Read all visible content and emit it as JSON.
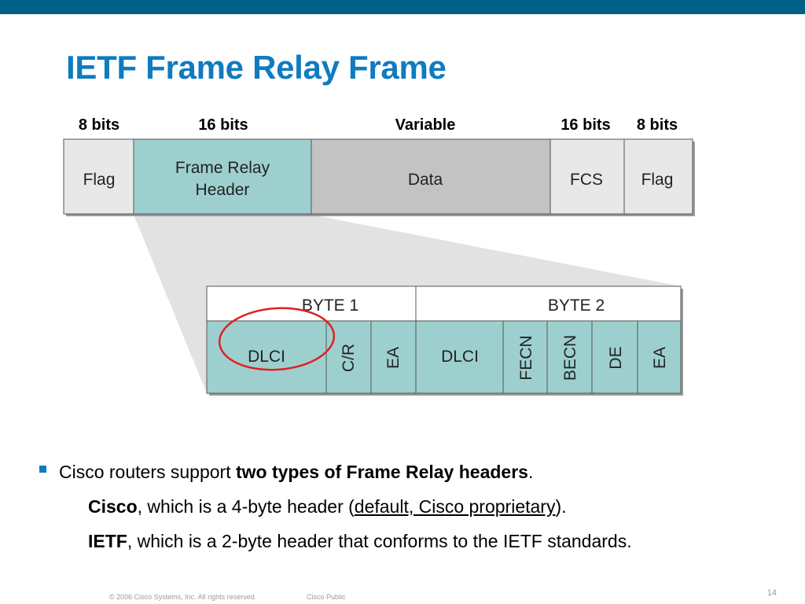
{
  "slide": {
    "title": "IETF Frame Relay Frame",
    "accent_color": "#0f7bc0",
    "header_bar_color": "#005f87"
  },
  "frame": {
    "sizes": [
      "8 bits",
      "16 bits",
      "Variable",
      "16 bits",
      "8 bits"
    ],
    "fields": [
      {
        "label_lines": [
          "Flag"
        ],
        "color": "#e8e8e8"
      },
      {
        "label_lines": [
          "Frame Relay",
          "Header"
        ],
        "color": "#9dcfcf"
      },
      {
        "label_lines": [
          "Data"
        ],
        "color": "#c3c3c3"
      },
      {
        "label_lines": [
          "FCS"
        ],
        "color": "#e8e8e8"
      },
      {
        "label_lines": [
          "Flag"
        ],
        "color": "#e8e8e8"
      }
    ]
  },
  "header_detail": {
    "bytes": [
      "BYTE 1",
      "BYTE 2"
    ],
    "byte1_fields": [
      "DLCI",
      "C/R",
      "EA"
    ],
    "byte2_fields": [
      "DLCI",
      "FECN",
      "BECN",
      "DE",
      "EA"
    ],
    "highlight_color": "#e02020"
  },
  "bullets": {
    "main_prefix": "Cisco routers support ",
    "main_bold": "two types of Frame Relay headers",
    "main_suffix": ".",
    "cisco_bold": "Cisco",
    "cisco_text": ", which is a 4-byte header (",
    "cisco_underline": "default, Cisco proprietary",
    "cisco_suffix": ").",
    "ietf_bold": "IETF",
    "ietf_text": ", which is a 2-byte header that conforms to the IETF standards."
  },
  "footer": {
    "copyright": "© 2006 Cisco Systems, Inc. All rights reserved.",
    "classification": "Cisco Public",
    "page_number": "14"
  }
}
